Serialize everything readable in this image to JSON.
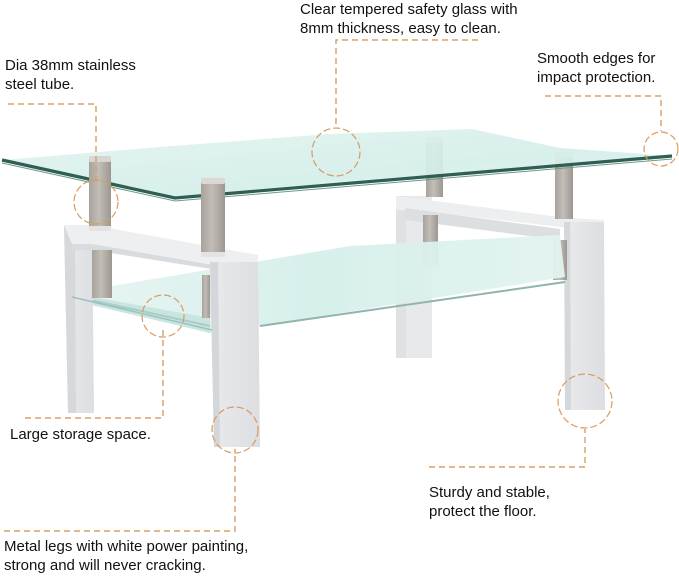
{
  "colors": {
    "callout_line": "#d9a066",
    "callout_circle": "#d99a5e",
    "glass_fill": "#d8efec",
    "glass_edge": "#2f5e52",
    "leg_white": "#ebecee",
    "leg_shadow": "#d6d8db",
    "steel_tube": "#b4aea7",
    "text": "#111111",
    "background": "#ffffff"
  },
  "callouts": {
    "glass": {
      "line1": "Clear tempered safety glass with",
      "line2": "8mm thickness, easy to clean."
    },
    "tube": {
      "line1": "Dia 38mm stainless",
      "line2": "steel tube."
    },
    "edges": {
      "line1": "Smooth edges for",
      "line2": "impact protection."
    },
    "storage": {
      "line1": "Large storage space."
    },
    "sturdy": {
      "line1": "Sturdy and stable,",
      "line2": "protect the floor."
    },
    "legs": {
      "line1": "Metal legs with white power painting,",
      "line2": "strong and will never cracking."
    }
  },
  "product": {
    "type": "glass coffee table",
    "icons": [
      "table-illustration",
      "callout-circle-icon"
    ]
  }
}
